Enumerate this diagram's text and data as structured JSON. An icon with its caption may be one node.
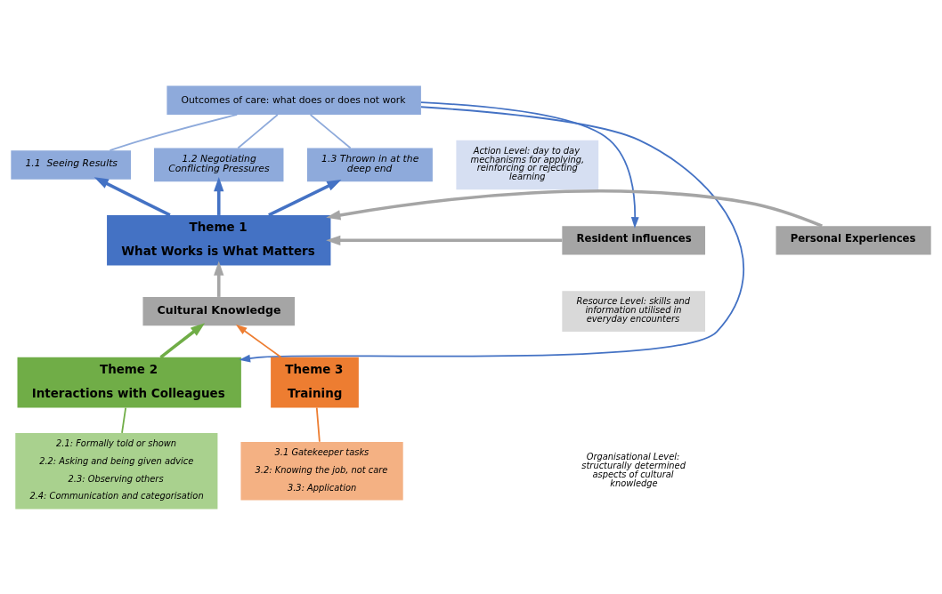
{
  "diagram": {
    "nodes": [
      {
        "text": [
          "Outcomes of care: what does or does not work"
        ]
      },
      {
        "text": [
          "1.1  Seeing Results"
        ]
      },
      {
        "text": [
          "1.2 Negotiating Conflicting Pressures"
        ]
      },
      {
        "text": [
          "1.3 Thrown in at the deep end"
        ]
      },
      {
        "text": [
          "Theme 1",
          "What Works is What Matters"
        ]
      },
      {
        "text": [
          "Personal Experiences"
        ]
      },
      {
        "text": [
          "Resident influences"
        ]
      },
      {
        "text": [
          "Cultural Knowledge"
        ]
      },
      {
        "text": [
          "Theme 2",
          "Interactions with Colleagues"
        ]
      },
      {
        "text": [
          "2.1: Formally told or shown",
          "2.2: Asking and being given advice",
          "2.3: Observing others",
          "2.4: Communication and categorisation"
        ]
      },
      {
        "text": [
          "Theme 3",
          "Training"
        ]
      },
      {
        "text": [
          "3.1 Gatekeeper tasks",
          "3.2: Knowing the job, not care",
          "3.3: Application"
        ]
      },
      {
        "text": [
          "Action Level: day to day mechanisms for applying, reinforcing or rejecting learning"
        ]
      },
      {
        "text": [
          "Resource Level: skills and information utilised in everyday encounters"
        ]
      }
    ],
    "edges": [
      {
        "from": 0,
        "to": 1,
        "arrow": "none",
        "color": "#8eaadb"
      },
      {
        "from": 0,
        "to": 2,
        "arrow": "none",
        "color": "#8eaadb"
      },
      {
        "from": 0,
        "to": 3,
        "arrow": "none",
        "color": "#8eaadb"
      },
      {
        "from": 4,
        "to": 1,
        "arrow": "to",
        "style": "thick"
      },
      {
        "from": 4,
        "to": 2,
        "arrow": "to",
        "style": "thick"
      },
      {
        "from": 4,
        "to": 3,
        "arrow": "to",
        "style": "thick"
      },
      {
        "from": 5,
        "to": 4,
        "arrow": "to",
        "style": "thick",
        "color": "#a5a5a5"
      },
      {
        "from": 6,
        "to": 4,
        "arrow": "to",
        "style": "thick",
        "color": "#a5a5a5"
      },
      {
        "from": 7,
        "to": 4,
        "arrow": "to",
        "style": "thick",
        "color": "#a5a5a5"
      },
      {
        "from": 0,
        "to": 6,
        "arrow": "to"
      },
      {
        "from": 0,
        "to": 8,
        "arrow": "to"
      },
      {
        "from": 8,
        "to": 7,
        "arrow": "to",
        "style": "thick",
        "color": "#70ad47"
      },
      {
        "from": 10,
        "to": 7,
        "arrow": "to",
        "color": "#ed7d31"
      },
      {
        "from": 8,
        "to": 9,
        "arrow": "none",
        "color": "#70ad47"
      },
      {
        "from": 10,
        "to": 11,
        "arrow": "none",
        "color": "#ed7d31"
      }
    ],
    "labels": [
      "Organisational Level: structurally determined aspects of cultural knowledge"
    ]
  }
}
